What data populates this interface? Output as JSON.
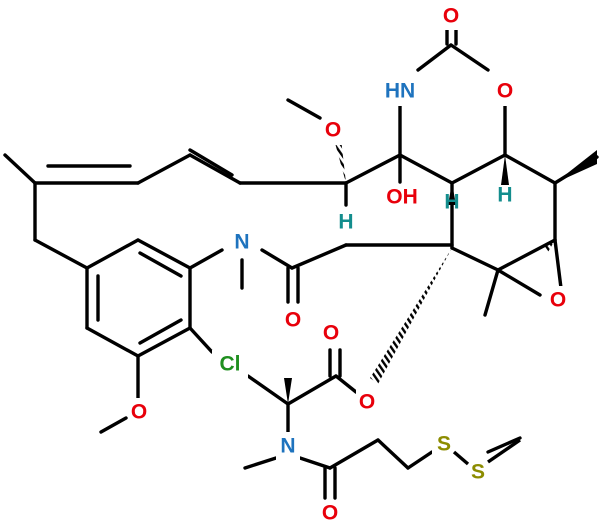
{
  "colors": {
    "bond": "#000000",
    "oxygen": "#e8000b",
    "nitrogen": "#1e73be",
    "chlorine": "#1f8f1f",
    "sulfur": "#8c8c00",
    "hydrogen": "#138d8d"
  },
  "atoms": {
    "o_carbonyl_top": "O",
    "nh_ring": "HN",
    "o_ring": "O",
    "o_methoxy_top": "O",
    "oh": "OH",
    "h_c10": "H",
    "h_c3": "H",
    "h_c5": "H",
    "n_amide_ring": "N",
    "o_epoxide": "O",
    "o_amide_ring": "O",
    "cl": "Cl",
    "o_ester_carbonyl": "O",
    "o_ester": "O",
    "o_methoxy_aryl": "O",
    "n_side": "N",
    "s1": "S",
    "s2": "S",
    "o_side_amide": "O"
  }
}
